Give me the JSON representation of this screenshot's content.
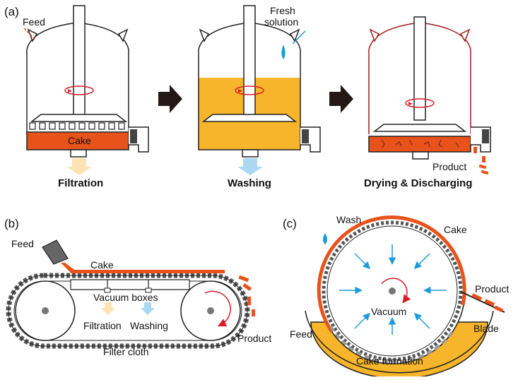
{
  "panel_a": {
    "tag": "(a)",
    "feed_label": "Feed",
    "fresh_label_line1": "Fresh",
    "fresh_label_line2": "solution",
    "cake_label": "Cake",
    "product_label": "Product",
    "stage_captions": [
      "Filtration",
      "Washing",
      "Drying & Discharging"
    ]
  },
  "panel_b": {
    "tag": "(b)",
    "feed_label": "Feed",
    "cake_label": "Cake",
    "vacuum_label": "Vacuum boxes",
    "filtration_label": "Filtration",
    "washing_label": "Washing",
    "cloth_label": "Filter cloth",
    "product_label": "Product"
  },
  "panel_c": {
    "tag": "(c)",
    "wash_label": "Wash",
    "cake_label": "Cake",
    "product_label": "Product",
    "vacuum_label": "Vacuum",
    "blade_label": "Blade",
    "feed_label": "Feed",
    "formation_label": "Cake formation"
  },
  "colors": {
    "cake": "#e8521b",
    "slurry": "#f6b52a",
    "wash_blue": "#1e9bd8",
    "arrow_red": "#d81c2a",
    "filtrate_arrow": "#fde2b3",
    "wash_arrow": "#a9d8f0"
  }
}
